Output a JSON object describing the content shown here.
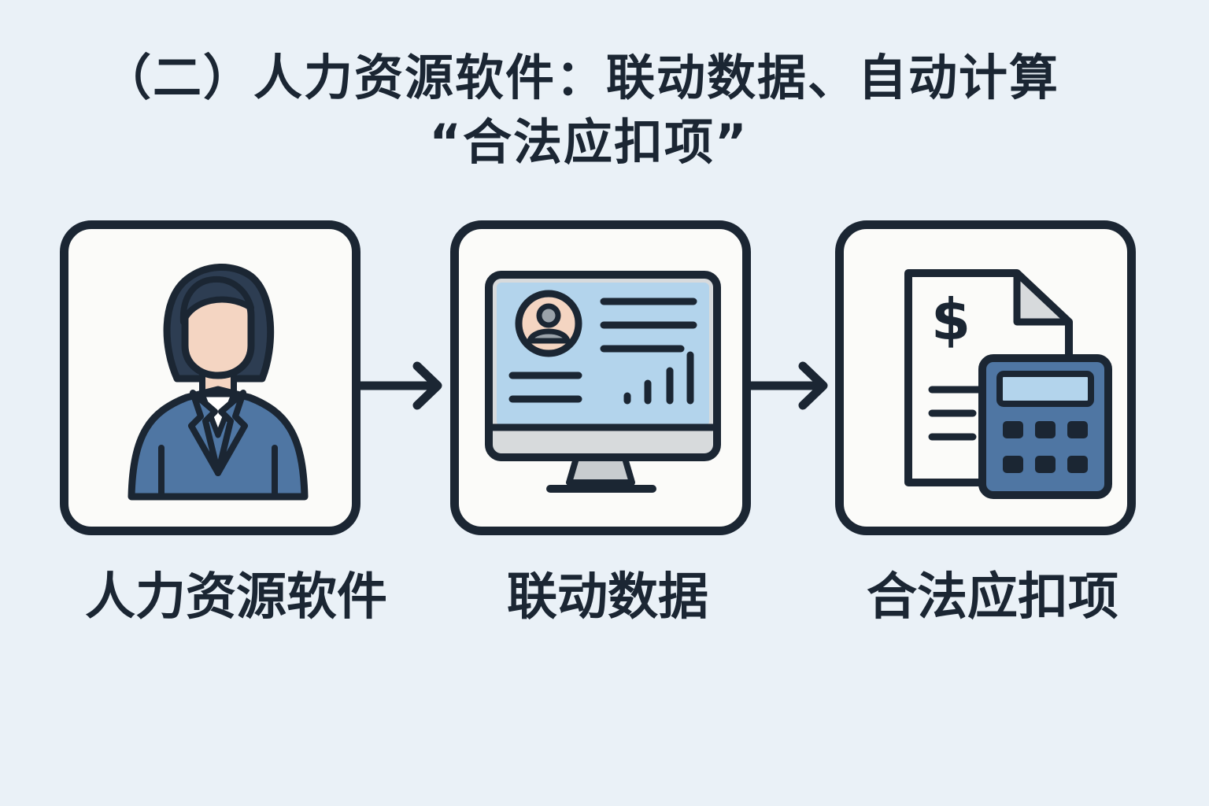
{
  "title": {
    "line1": "（二）人力资源软件：联动数据、自动计算",
    "line2": "“合法应扣项”"
  },
  "steps": [
    {
      "label": "人力资源软件",
      "icon": "hr-staff-icon"
    },
    {
      "label": "联动数据",
      "icon": "computer-dashboard-icon"
    },
    {
      "label": "合法应扣项",
      "icon": "document-calculator-icon"
    }
  ],
  "document": {
    "currency_symbol": "$"
  },
  "colors": {
    "background": "#eaf1f7",
    "outline": "#1b2633",
    "card_fill": "#fbfbf9",
    "blue": "#4f76a3",
    "light_blue": "#b3d4ec",
    "skin": "#f4d5c2"
  }
}
